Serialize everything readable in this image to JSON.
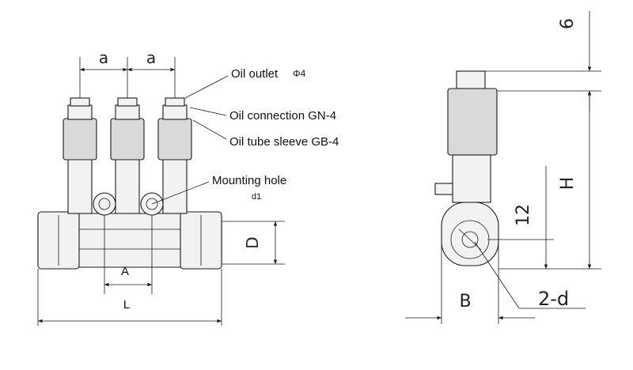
{
  "labels": {
    "oil_outlet": "Oil outlet",
    "oil_outlet_dia": "Φ4",
    "oil_connection": "Oil connection GN-4",
    "oil_tube_sleeve": "Oil tube sleeve GB-4",
    "mounting_hole": "Mounting hole",
    "mounting_hole_sub": "d1"
  },
  "dimensions": {
    "a_left": "a",
    "a_right": "a",
    "A": "A",
    "L": "L",
    "D": "D",
    "six": "6",
    "H": "H",
    "twelve": "12",
    "B": "B",
    "two_d": "2-d"
  }
}
